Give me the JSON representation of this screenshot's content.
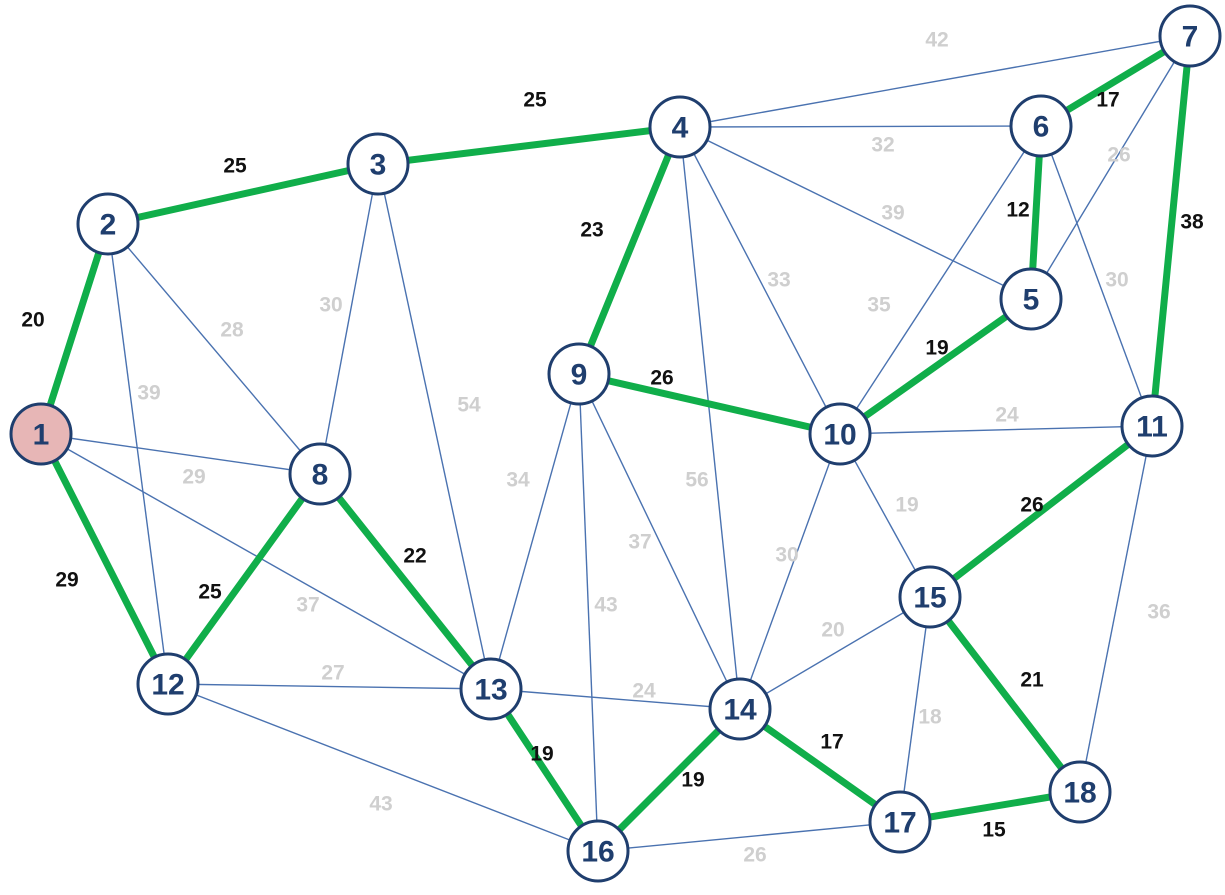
{
  "start_node": "1",
  "colors": {
    "tree_edge": "#10ae4a",
    "graph_edge": "#4a72b0",
    "node_outline": "#1f3e6e",
    "start_node_fill": "#e7b6b6",
    "tree_weight_text": "#111111",
    "other_weight_text": "#cfcfcf"
  },
  "nodes": [
    "1",
    "2",
    "3",
    "4",
    "5",
    "6",
    "7",
    "8",
    "9",
    "10",
    "11",
    "12",
    "13",
    "14",
    "15",
    "16",
    "17",
    "18"
  ],
  "edges": [
    {
      "u": "1",
      "v": "2",
      "w": "20",
      "tree": true
    },
    {
      "u": "2",
      "v": "3",
      "w": "25",
      "tree": true
    },
    {
      "u": "3",
      "v": "4",
      "w": "25",
      "tree": true
    },
    {
      "u": "6",
      "v": "7",
      "w": "17",
      "tree": true
    },
    {
      "u": "6",
      "v": "5",
      "w": "12",
      "tree": true
    },
    {
      "u": "7",
      "v": "11",
      "w": "38",
      "tree": true
    },
    {
      "u": "4",
      "v": "9",
      "w": "23",
      "tree": true
    },
    {
      "u": "9",
      "v": "10",
      "w": "26",
      "tree": true
    },
    {
      "u": "10",
      "v": "5",
      "w": "19",
      "tree": true
    },
    {
      "u": "1",
      "v": "12",
      "w": "29",
      "tree": true
    },
    {
      "u": "8",
      "v": "12",
      "w": "25",
      "tree": true
    },
    {
      "u": "8",
      "v": "13",
      "w": "22",
      "tree": true
    },
    {
      "u": "11",
      "v": "15",
      "w": "26",
      "tree": true
    },
    {
      "u": "15",
      "v": "18",
      "w": "21",
      "tree": true
    },
    {
      "u": "13",
      "v": "16",
      "w": "19",
      "tree": true
    },
    {
      "u": "16",
      "v": "14",
      "w": "19",
      "tree": true
    },
    {
      "u": "14",
      "v": "17",
      "w": "17",
      "tree": true
    },
    {
      "u": "17",
      "v": "18",
      "w": "15",
      "tree": true
    },
    {
      "u": "4",
      "v": "7",
      "w": "42",
      "tree": false
    },
    {
      "u": "4",
      "v": "6",
      "w": "32",
      "tree": false
    },
    {
      "u": "7",
      "v": "5",
      "w": "26",
      "tree": false
    },
    {
      "u": "4",
      "v": "5",
      "w": "39",
      "tree": false
    },
    {
      "u": "4",
      "v": "10",
      "w": "33",
      "tree": false
    },
    {
      "u": "6",
      "v": "10",
      "w": "35",
      "tree": false
    },
    {
      "u": "6",
      "v": "11",
      "w": "30",
      "tree": false
    },
    {
      "u": "3",
      "v": "8",
      "w": "30",
      "tree": false
    },
    {
      "u": "2",
      "v": "8",
      "w": "28",
      "tree": false
    },
    {
      "u": "2",
      "v": "12",
      "w": "39",
      "tree": false
    },
    {
      "u": "3",
      "v": "13",
      "w": "54",
      "tree": false
    },
    {
      "u": "1",
      "v": "8",
      "w": "29",
      "tree": false
    },
    {
      "u": "1",
      "v": "13",
      "w": "37",
      "tree": false
    },
    {
      "u": "9",
      "v": "13",
      "w": "34",
      "tree": false
    },
    {
      "u": "4",
      "v": "14",
      "w": "56",
      "tree": false
    },
    {
      "u": "9",
      "v": "14",
      "w": "37",
      "tree": false
    },
    {
      "u": "9",
      "v": "16",
      "w": "43",
      "tree": false
    },
    {
      "u": "10",
      "v": "11",
      "w": "24",
      "tree": false
    },
    {
      "u": "10",
      "v": "15",
      "w": "19",
      "tree": false
    },
    {
      "u": "10",
      "v": "14",
      "w": "30",
      "tree": false
    },
    {
      "u": "11",
      "v": "18",
      "w": "36",
      "tree": false
    },
    {
      "u": "12",
      "v": "13",
      "w": "27",
      "tree": false
    },
    {
      "u": "13",
      "v": "14",
      "w": "24",
      "tree": false
    },
    {
      "u": "15",
      "v": "14",
      "w": "20",
      "tree": false
    },
    {
      "u": "15",
      "v": "17",
      "w": "18",
      "tree": false
    },
    {
      "u": "12",
      "v": "16",
      "w": "43",
      "tree": false
    },
    {
      "u": "16",
      "v": "17",
      "w": "26",
      "tree": false
    }
  ]
}
